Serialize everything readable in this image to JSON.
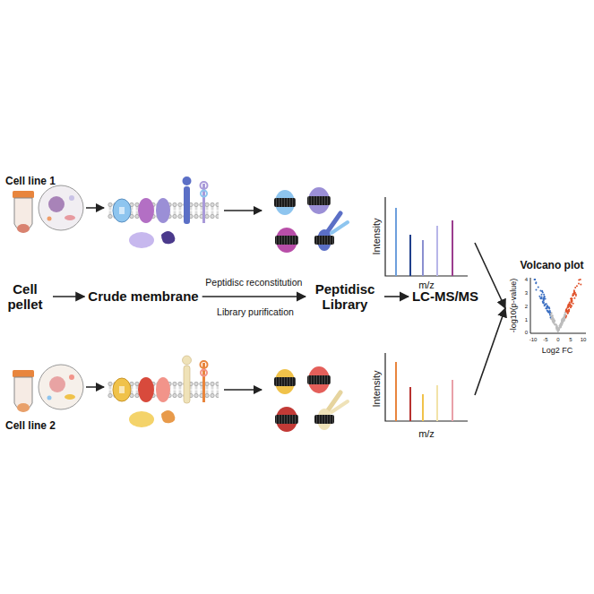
{
  "diagram": {
    "nodes": [
      {
        "text": [
          "Cell pellet"
        ]
      },
      {
        "text": [
          "Crude membrane"
        ]
      },
      {
        "text": [
          "Peptidisc Library"
        ]
      },
      {
        "text": [
          "LC-MS/MS"
        ]
      },
      {
        "text": [
          "Intensity",
          "m/z"
        ]
      },
      {
        "text": [
          "Intensity",
          "m/z"
        ]
      },
      {
        "text": [
          "Volcano plot",
          "-log10(p-value)",
          "Log2 FC"
        ]
      }
    ],
    "edges": [
      {
        "from": 0,
        "to": 1,
        "arrow": "to"
      },
      {
        "from": 1,
        "to": 2,
        "arrow": "to",
        "label": "Peptidisc reconstitution"
      },
      {
        "from": 2,
        "to": 3,
        "arrow": "to"
      },
      {
        "from": 4,
        "to": 6,
        "arrow": "to"
      },
      {
        "from": 5,
        "to": 6,
        "arrow": "to"
      }
    ],
    "labels": [
      "Cell line 1",
      "Cell line 2",
      "Library purification",
      "4",
      "3",
      "2",
      "1",
      "0",
      "-10",
      "-5",
      "0",
      "5",
      "10"
    ]
  }
}
